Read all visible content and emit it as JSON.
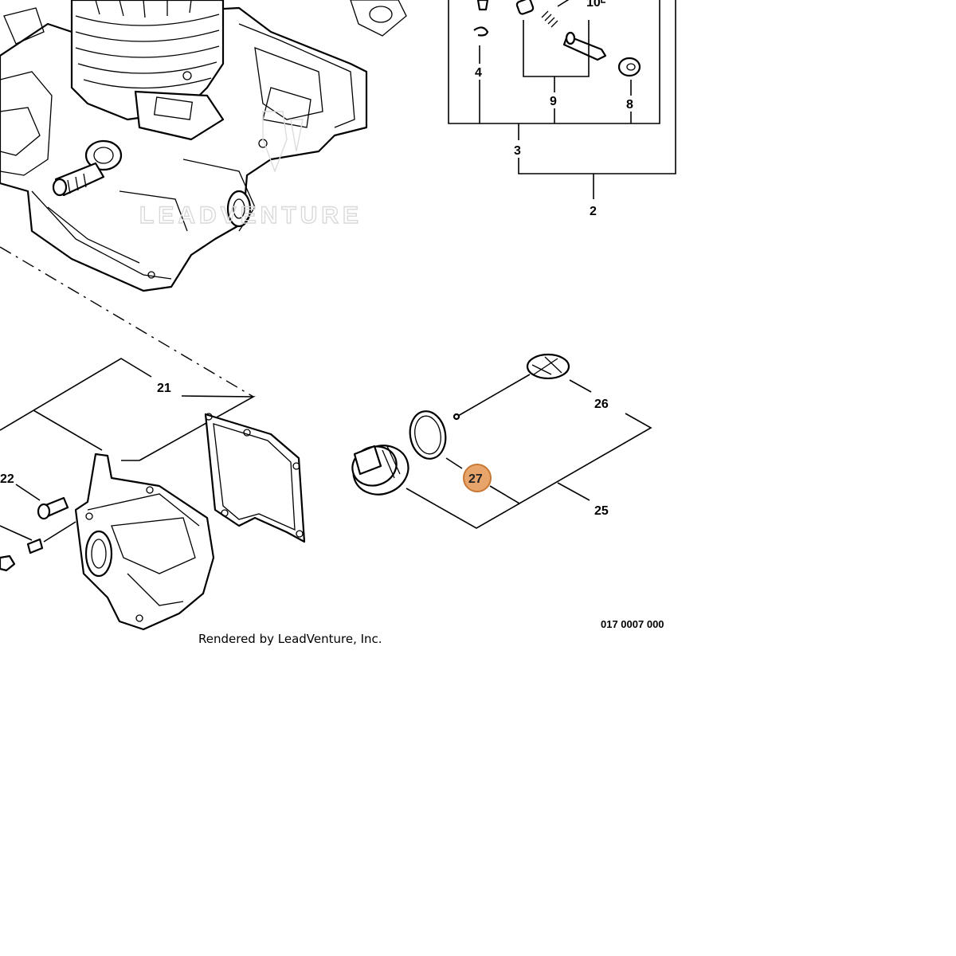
{
  "watermark": "LEADVENTURE",
  "callouts": {
    "c10": "10",
    "c4": "4",
    "c9": "9",
    "c8": "8",
    "c3": "3",
    "c2": "2",
    "c21": "21",
    "c22": "22",
    "c26": "26",
    "c25": "25",
    "c27": "27"
  },
  "highlight": {
    "part": "27",
    "color": "#e8a56b",
    "border": "#c87833"
  },
  "footer_credit": "Rendered by LeadVenture, Inc.",
  "diagram_code": "017 0007 000"
}
